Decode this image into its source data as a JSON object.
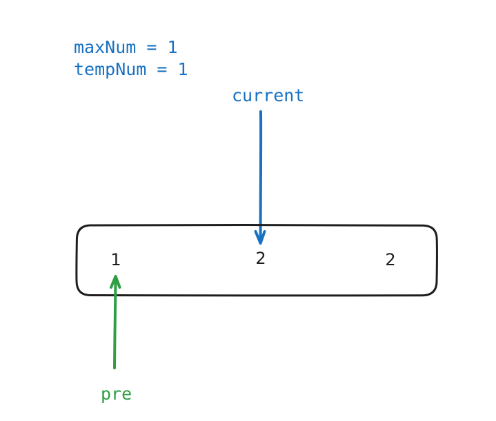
{
  "variables": [
    {
      "text": "maxNum = 1"
    },
    {
      "text": "tempNum = 1"
    }
  ],
  "pointers": {
    "current": {
      "label": "current",
      "color": "#1971c2",
      "target_index": 1
    },
    "pre": {
      "label": "pre",
      "color": "#2f9e44",
      "target_index": 0
    }
  },
  "array": {
    "values": [
      "1",
      "2",
      "2"
    ],
    "stroke_color": "#1e1e1e"
  }
}
